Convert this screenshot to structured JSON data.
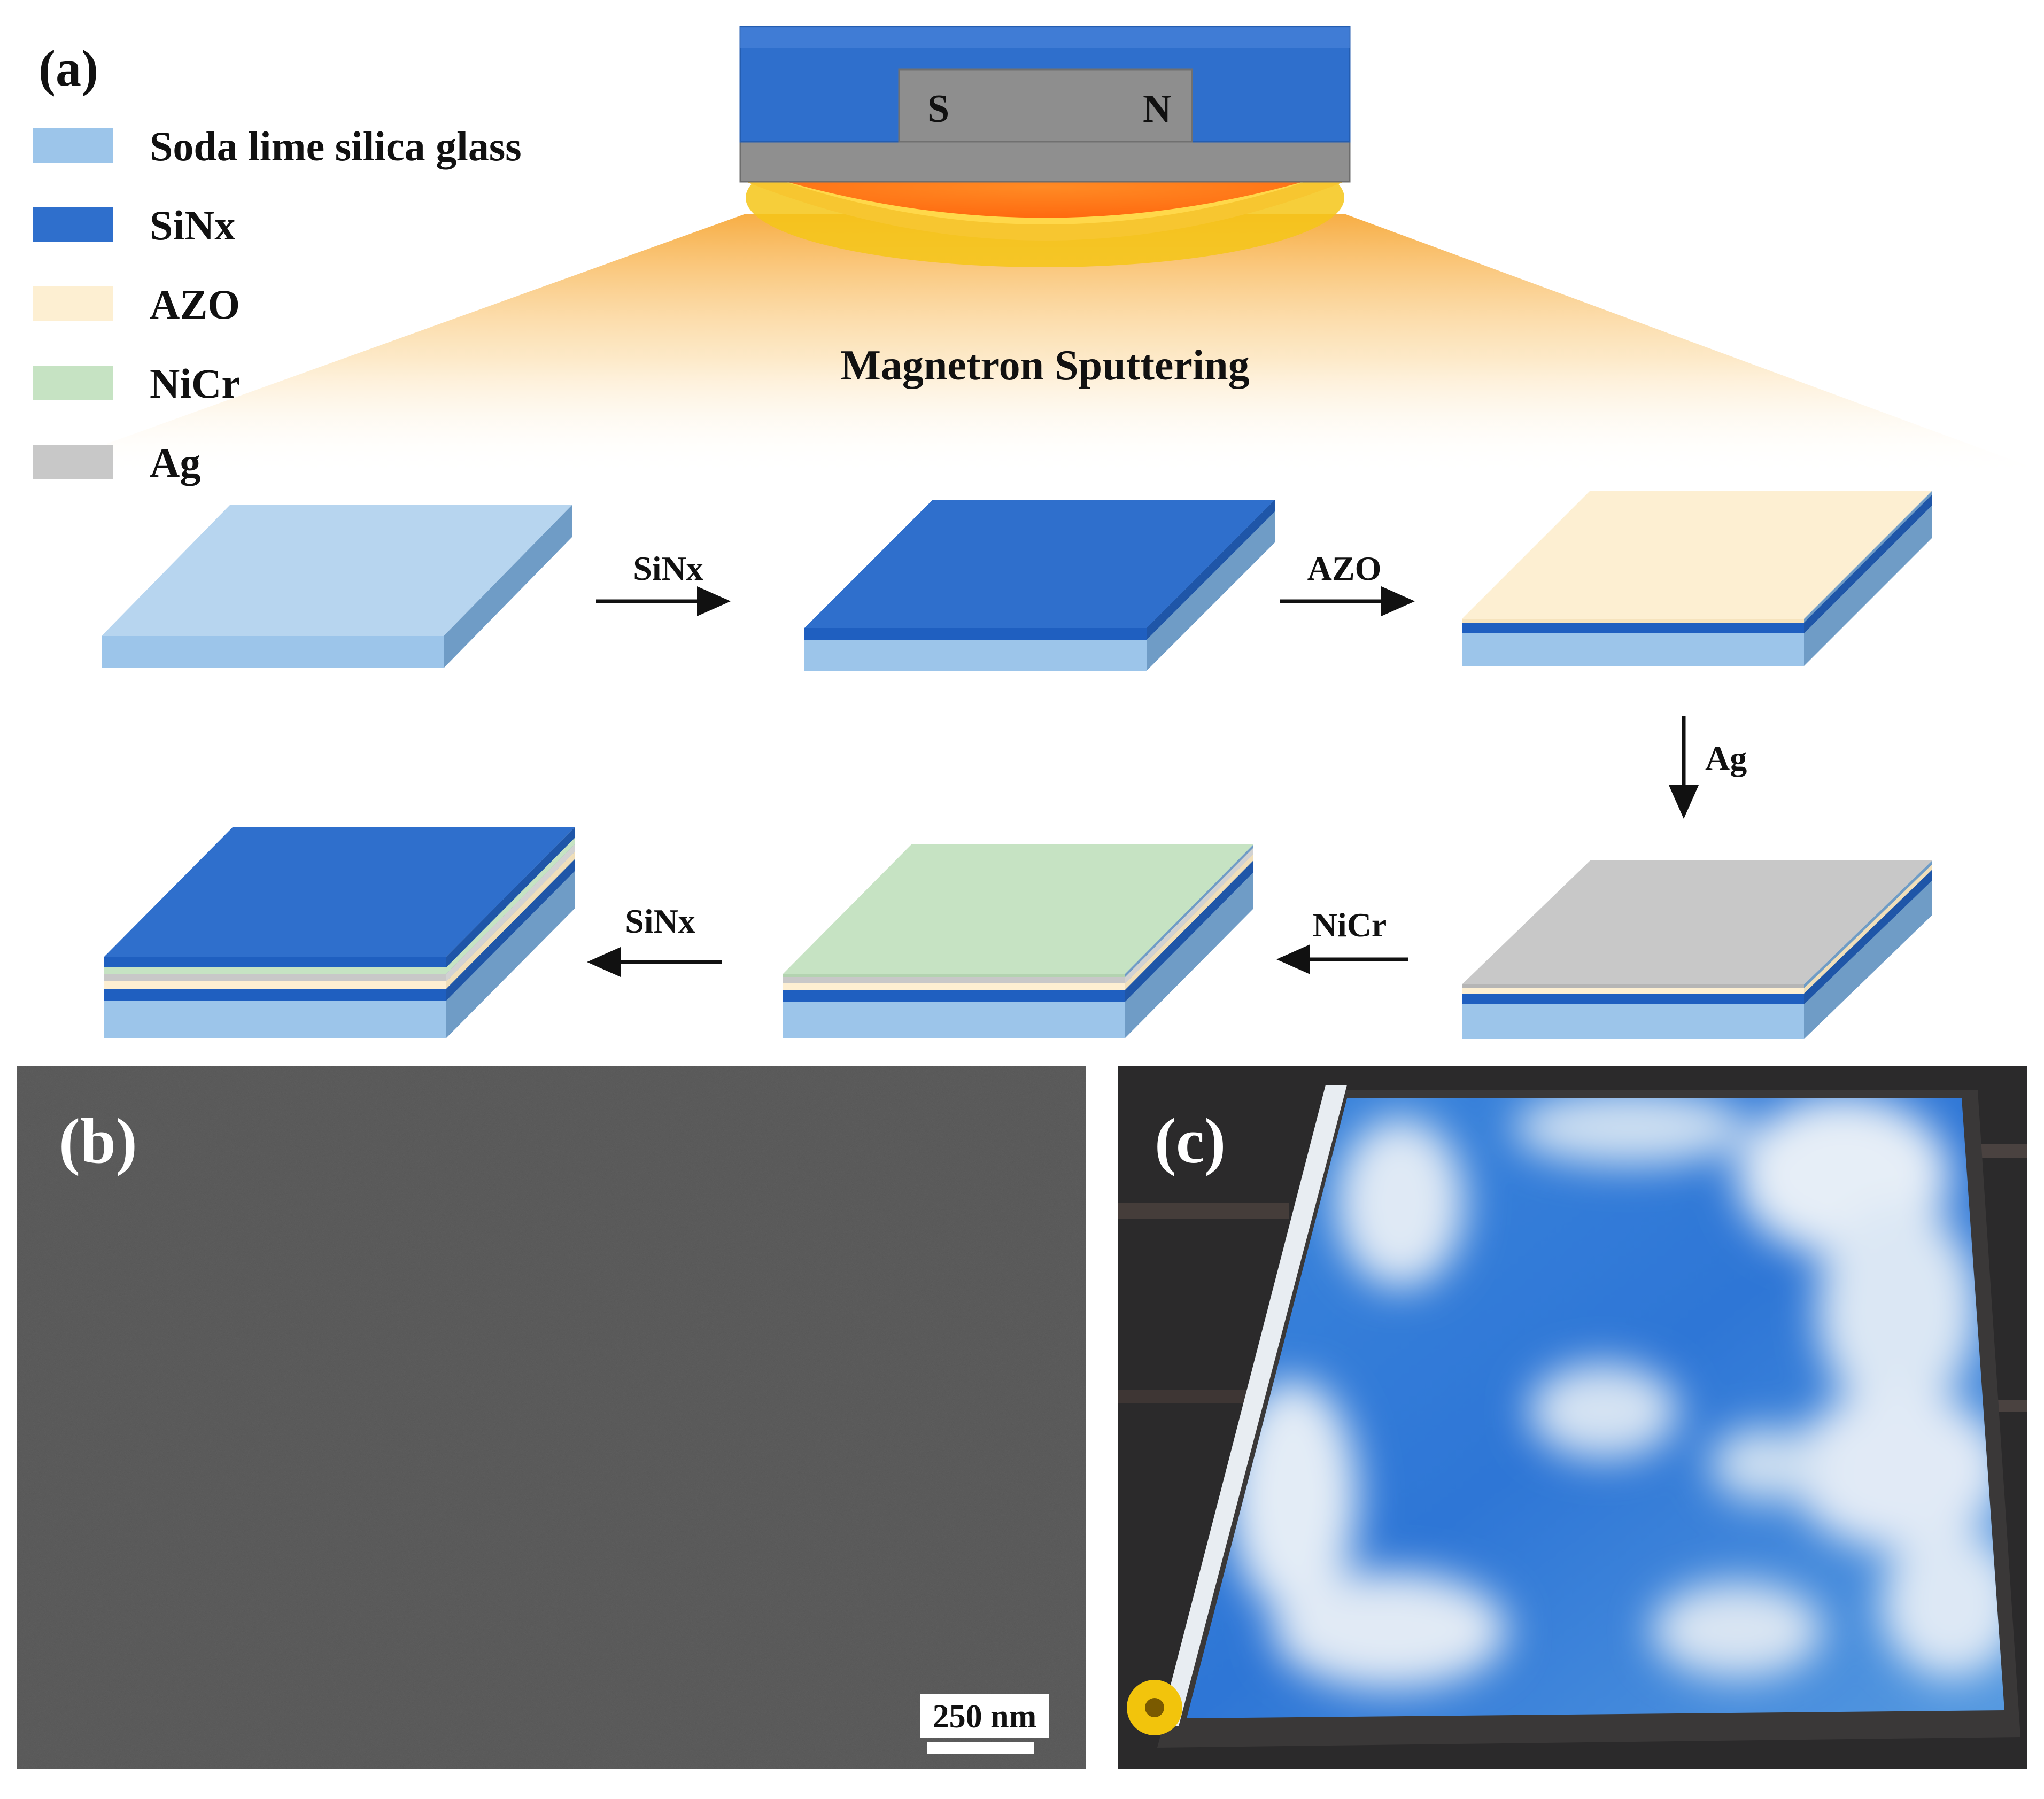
{
  "panel_a": {
    "label": "(a)",
    "legend": [
      {
        "label": "Soda lime silica glass",
        "color": "#9cc5ea"
      },
      {
        "label": "SiNx",
        "color": "#2f6fcc"
      },
      {
        "label": "AZO",
        "color": "#fdefd2"
      },
      {
        "label": "NiCr",
        "color": "#c6e3c3"
      },
      {
        "label": "Ag",
        "color": "#c8c8c8"
      }
    ],
    "magnet": {
      "south": "S",
      "north": "N"
    },
    "process_label": "Magnetron Sputtering",
    "steps": [
      "SiNx",
      "AZO",
      "Ag",
      "NiCr",
      "SiNx"
    ]
  },
  "panel_b": {
    "label": "(b)",
    "scale_bar": "250 nm"
  },
  "panel_c": {
    "label": "(c)"
  },
  "colors": {
    "glass": "#9cc5ea",
    "sinx": "#2f6fcc",
    "azo": "#fdefd2",
    "nicr": "#c6e3c3",
    "ag": "#c8c8c8",
    "target_orange": "#ff7a1a",
    "sem_gray": "#5e5e5e"
  }
}
